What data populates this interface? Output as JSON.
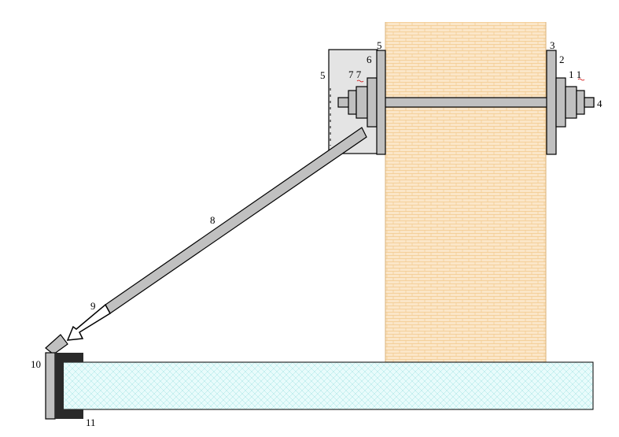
{
  "diagram": {
    "labels": {
      "l2": "2",
      "l3": "3",
      "l4": "4",
      "l5a": "5",
      "l5b": "5",
      "l6": "6",
      "l7": "7 7",
      "l8": "8",
      "l9": "9",
      "l10": "10",
      "l11": "1 1",
      "l11b": "11"
    },
    "colors": {
      "brick_fill": "#fbe6c8",
      "brick_line": "#f2c98c",
      "slab_fill": "#e8fbfb",
      "slab_line": "#8fdede",
      "metal": "#c0c0c0",
      "plate": "#e4e4e4",
      "dark": "#2a2a2a",
      "stroke": "#000000"
    }
  }
}
